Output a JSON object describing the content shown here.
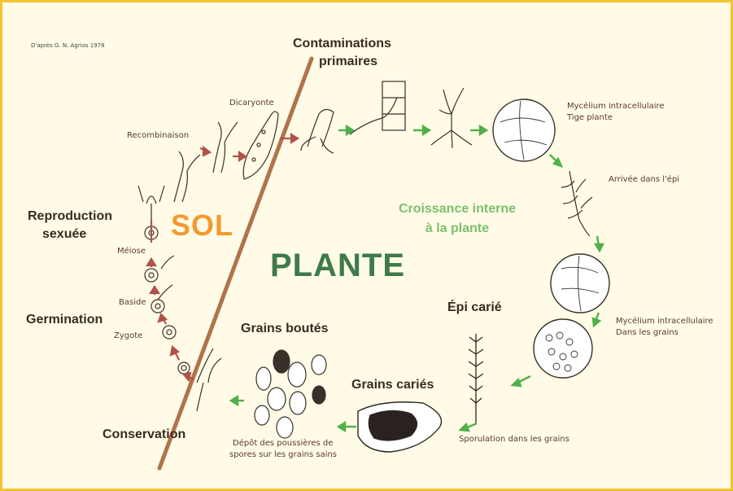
{
  "credit": "D'après G. N. Agrios 1978",
  "zones": {
    "sol": "SOL",
    "plante": "PLANTE"
  },
  "stages": {
    "contaminations_line1": "Contaminations",
    "contaminations_line2": "primaires",
    "croissance_line1": "Croissance interne",
    "croissance_line2": "à la plante",
    "epi_carie": "Épi carié",
    "grains_caries": "Grains cariés",
    "grains_boutes": "Grains boutés",
    "conservation": "Conservation",
    "germination": "Germination",
    "reproduction_line1": "Reproduction",
    "reproduction_line2": "sexuée"
  },
  "notes": {
    "dicaryonte": "Dicaryonte",
    "recombinaison": "Recombinaison",
    "meiose": "Méiose",
    "baside": "Baside",
    "zygote": "Zygote",
    "mycelium_tige_1": "Mycélium intracellulaire",
    "mycelium_tige_2": "Tige plante",
    "arrivee_epi": "Arrivée dans l'épi",
    "mycelium_grains_1": "Mycélium intracellulaire",
    "mycelium_grains_2": "Dans les grains",
    "sporulation": "Sporulation dans les grains",
    "depot_1": "Dépôt des poussières de",
    "depot_2": "spores sur les grains sains"
  },
  "colors": {
    "divider": "#b0744a",
    "arrow_soil": "#b0524a",
    "arrow_plant": "#4fb04a",
    "frame": "#f4c430"
  }
}
